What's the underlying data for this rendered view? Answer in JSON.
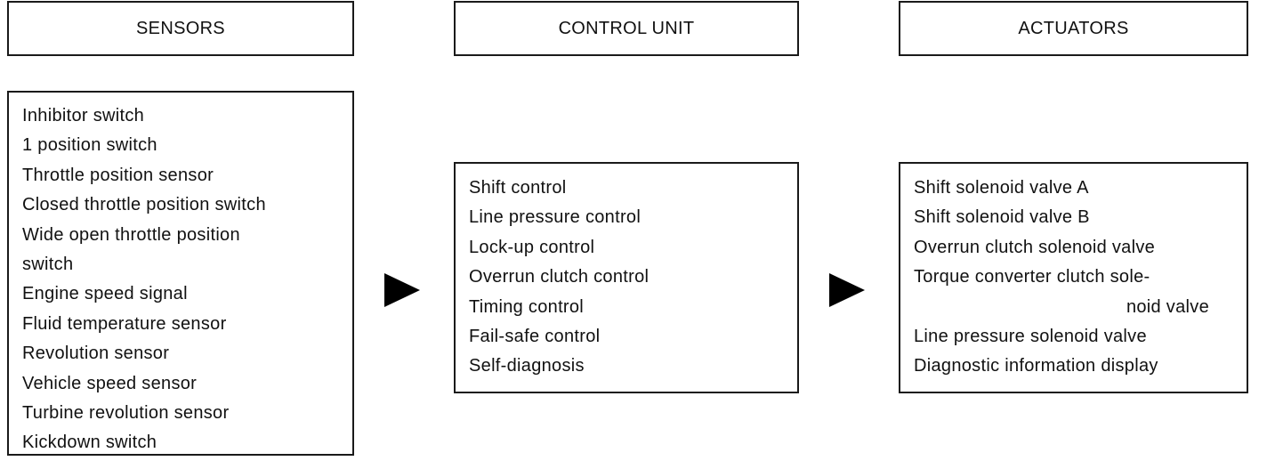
{
  "sensors": {
    "title": "SENSORS",
    "items": [
      "Inhibitor switch",
      "1 position switch",
      "Throttle position sensor",
      "Closed throttle position switch",
      "Wide open throttle position",
      "switch",
      "Engine speed signal",
      "Fluid temperature sensor",
      "Revolution sensor",
      "Vehicle speed sensor",
      "Turbine revolution sensor",
      "Kickdown switch"
    ]
  },
  "control_unit": {
    "title": "CONTROL UNIT",
    "items": [
      "Shift control",
      "Line pressure control",
      "Lock-up control",
      "Overrun clutch control",
      "Timing control",
      "Fail-safe control",
      "Self-diagnosis"
    ]
  },
  "actuators": {
    "title": "ACTUATORS",
    "items": [
      "Shift solenoid valve A",
      "Shift solenoid valve B",
      "Overrun clutch solenoid valve",
      "Torque converter clutch sole-",
      "noid valve",
      "Line pressure solenoid valve",
      "Diagnostic information display"
    ]
  }
}
